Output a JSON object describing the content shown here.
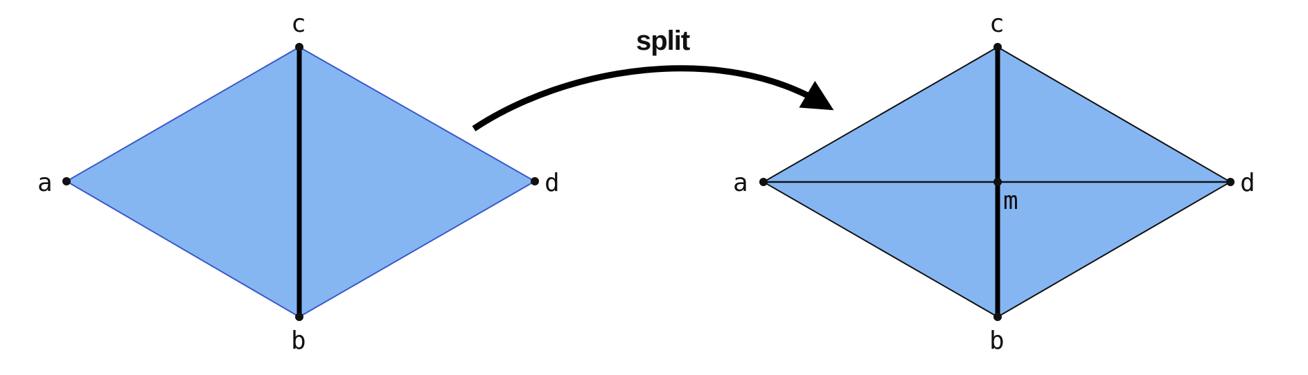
{
  "colors": {
    "fill": "#85b6f2",
    "left_edge_stroke": "#3a58c8",
    "right_edge_stroke": "#111111",
    "emphasis": "#000000",
    "text": "#111111"
  },
  "operation": {
    "label": "split",
    "arrow_icon": "curved-arrow-icon"
  },
  "before": {
    "vertices": {
      "a": "a",
      "b": "b",
      "c": "c",
      "d": "d"
    },
    "highlighted_edge": "c-b"
  },
  "after": {
    "vertices": {
      "a": "a",
      "b": "b",
      "c": "c",
      "d": "d",
      "m": "m"
    },
    "highlighted_edge": "c-m-b"
  }
}
